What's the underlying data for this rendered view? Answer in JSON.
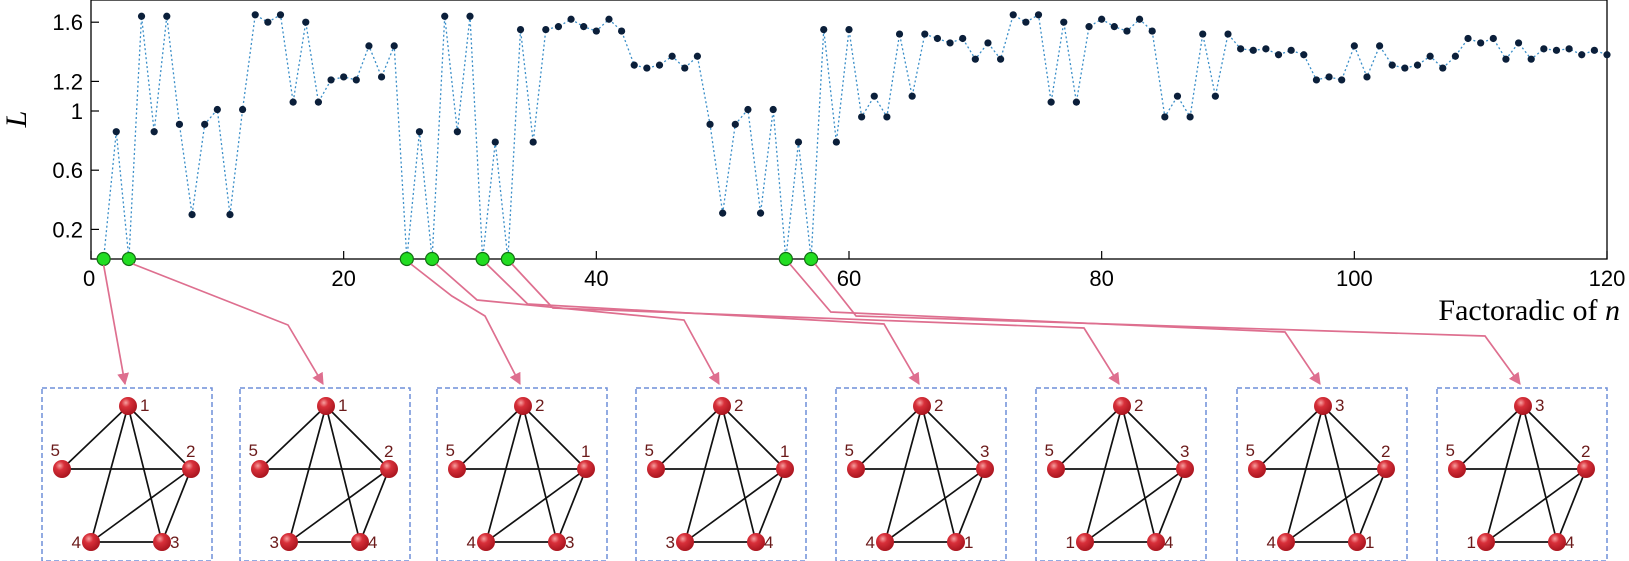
{
  "chart_data": {
    "type": "scatter",
    "ylabel": "L",
    "xlabel_prefix": "Factoradic of ",
    "xlabel_var": "n",
    "xlim": [
      0,
      120
    ],
    "ylim": [
      0,
      1.75
    ],
    "x_ticks": [
      0,
      20,
      40,
      60,
      80,
      100,
      120
    ],
    "y_ticks": [
      0.2,
      0.6,
      1,
      1.2,
      1.6
    ],
    "x_tick_labels": [
      "0",
      "20",
      "40",
      "60",
      "80",
      "100",
      "120"
    ],
    "y_tick_labels": [
      "0.2",
      "0.6",
      "1",
      "1.2",
      "1.6"
    ],
    "line_color": "#3a8ec8",
    "point_color": "#0b1f3a",
    "zero_point_color": "#22dd22",
    "x": [
      1,
      2,
      3,
      4,
      5,
      6,
      7,
      8,
      9,
      10,
      11,
      12,
      13,
      14,
      15,
      16,
      17,
      18,
      19,
      20,
      21,
      22,
      23,
      24,
      25,
      26,
      27,
      28,
      29,
      30,
      31,
      32,
      33,
      34,
      35,
      36,
      37,
      38,
      39,
      40,
      41,
      42,
      43,
      44,
      45,
      46,
      47,
      48,
      49,
      50,
      51,
      52,
      53,
      54,
      55,
      56,
      57,
      58,
      59,
      60,
      61,
      62,
      63,
      64,
      65,
      66,
      67,
      68,
      69,
      70,
      71,
      72,
      73,
      74,
      75,
      76,
      77,
      78,
      79,
      80,
      81,
      82,
      83,
      84,
      85,
      86,
      87,
      88,
      89,
      90,
      91,
      92,
      93,
      94,
      95,
      96,
      97,
      98,
      99,
      100,
      101,
      102,
      103,
      104,
      105,
      106,
      107,
      108,
      109,
      110,
      111,
      112,
      113,
      114,
      115,
      116,
      117,
      118,
      119,
      120
    ],
    "y": [
      0,
      0.86,
      0,
      1.64,
      0.86,
      1.64,
      0.91,
      0.3,
      0.91,
      1.01,
      0.3,
      1.01,
      1.65,
      1.6,
      1.65,
      1.06,
      1.6,
      1.06,
      1.21,
      1.23,
      1.21,
      1.44,
      1.23,
      1.44,
      0,
      0.86,
      0,
      1.64,
      0.86,
      1.64,
      0,
      0.79,
      0,
      1.55,
      0.79,
      1.55,
      1.57,
      1.62,
      1.57,
      1.54,
      1.62,
      1.54,
      1.31,
      1.29,
      1.31,
      1.37,
      1.29,
      1.37,
      0.91,
      0.31,
      0.91,
      1.01,
      0.31,
      1.01,
      0,
      0.79,
      0,
      1.55,
      0.79,
      1.55,
      0.96,
      1.1,
      0.96,
      1.52,
      1.1,
      1.52,
      1.49,
      1.46,
      1.49,
      1.35,
      1.46,
      1.35,
      1.65,
      1.6,
      1.65,
      1.06,
      1.6,
      1.06,
      1.57,
      1.62,
      1.57,
      1.54,
      1.62,
      1.54,
      0.96,
      1.1,
      0.96,
      1.52,
      1.1,
      1.52,
      1.42,
      1.41,
      1.42,
      1.38,
      1.41,
      1.38,
      1.21,
      1.23,
      1.21,
      1.44,
      1.23,
      1.44,
      1.31,
      1.29,
      1.31,
      1.37,
      1.29,
      1.37,
      1.49,
      1.46,
      1.49,
      1.35,
      1.46,
      1.35,
      1.42,
      1.41,
      1.42,
      1.38,
      1.41,
      1.38
    ]
  },
  "graphs": [
    {
      "labels": [
        "1",
        "2",
        "3",
        "4",
        "5"
      ],
      "source_x": 1
    },
    {
      "labels": [
        "1",
        "2",
        "4",
        "3",
        "5"
      ],
      "source_x": 3
    },
    {
      "labels": [
        "2",
        "1",
        "3",
        "4",
        "5"
      ],
      "source_x": 25
    },
    {
      "labels": [
        "2",
        "1",
        "4",
        "3",
        "5"
      ],
      "source_x": 27
    },
    {
      "labels": [
        "2",
        "3",
        "1",
        "4",
        "5"
      ],
      "source_x": 31
    },
    {
      "labels": [
        "2",
        "3",
        "4",
        "1",
        "5"
      ],
      "source_x": 33
    },
    {
      "labels": [
        "3",
        "2",
        "1",
        "4",
        "5"
      ],
      "source_x": 55
    },
    {
      "labels": [
        "3",
        "2",
        "4",
        "1",
        "5"
      ],
      "source_x": 57
    }
  ],
  "colors": {
    "node_fill": "#d8303a",
    "node_highlight": "#f7a0a0",
    "box_border": "#6f8fd8",
    "connector": "#de6f8f",
    "edge": "#111111"
  }
}
